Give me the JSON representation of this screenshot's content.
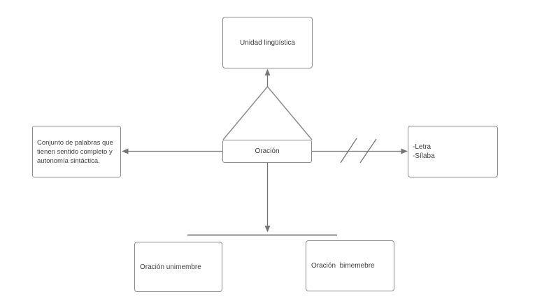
{
  "diagram": {
    "nodes": {
      "top": {
        "label": "Unidad lingüística"
      },
      "center": {
        "label": "Oración"
      },
      "left": {
        "lines": [
          "Conjunto de palabras que",
          "tienen sentido completo y",
          "autonomía sintáctica."
        ]
      },
      "right": {
        "lines": [
          "-Letra",
          "-Sílaba"
        ]
      },
      "bottom_left": {
        "label": "Oración unimembre"
      },
      "bottom_right": {
        "label": "Oración  bimemebre"
      }
    },
    "colors": {
      "background": "#ffffff",
      "box_border": "#8c8c8c",
      "connector": "#757575",
      "text": "#3f3f3f"
    }
  }
}
